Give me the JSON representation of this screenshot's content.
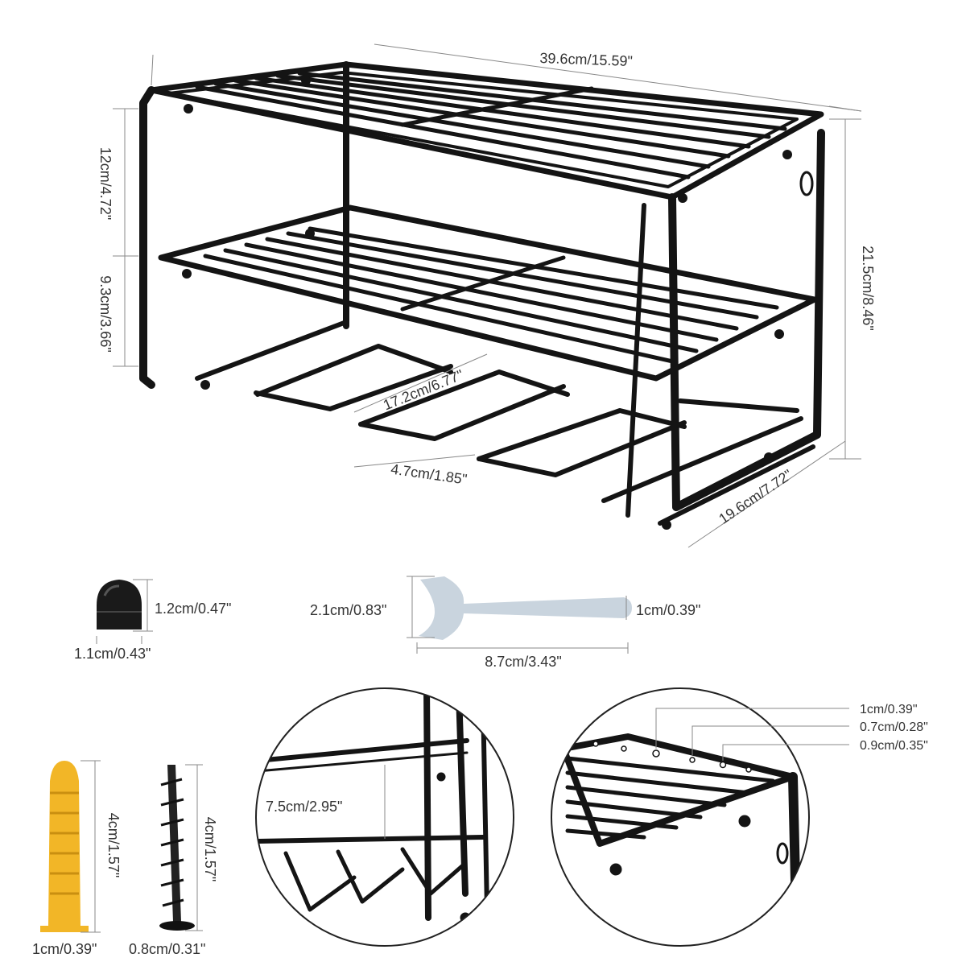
{
  "rack": {
    "width": "39.6cm/15.59\"",
    "height_total": "21.5cm/8.46\"",
    "upper_gap": "12cm/4.72\"",
    "lower_gap": "9.3cm/3.66\"",
    "depth": "19.6cm/7.72\"",
    "slot_length": "17.2cm/6.77\"",
    "slot_width": "4.7cm/1.85\""
  },
  "cap_nut": {
    "height": "1.2cm/0.47\"",
    "width": "1.1cm/0.43\""
  },
  "wrench": {
    "jaw": "2.1cm/0.83\"",
    "handle": "1cm/0.39\"",
    "length": "8.7cm/3.43\""
  },
  "anchor": {
    "length": "4cm/1.57\"",
    "diameter": "1cm/0.39\""
  },
  "screw": {
    "length": "4cm/1.57\"",
    "diameter": "0.8cm/0.31\""
  },
  "detail_left": {
    "gap": "7.5cm/2.95\""
  },
  "detail_right": {
    "hole_large": "1cm/0.39\"",
    "hole_medium": "0.7cm/0.28\"",
    "hole_small": "0.9cm/0.35\""
  },
  "colors": {
    "metal": "#141414",
    "anchor": "#f2b627",
    "wrench": "#c9d4de",
    "dim_line": "#888888"
  }
}
